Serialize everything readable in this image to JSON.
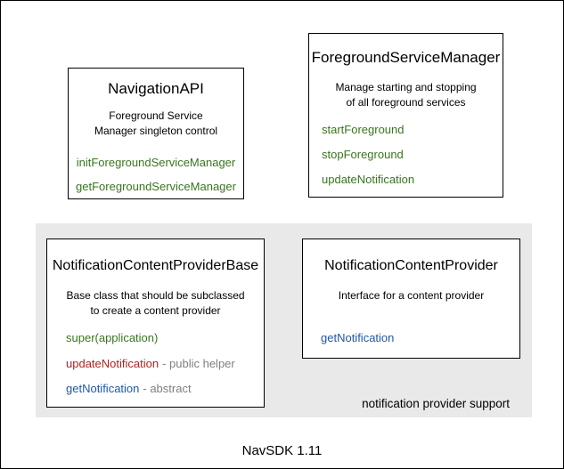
{
  "canvas": {
    "caption": "NavSDK 1.11"
  },
  "colors": {
    "green": "#38761d",
    "red": "#b22222",
    "blue": "#2057a7",
    "gray_note": "#808080",
    "group_bg": "#e9e9e9"
  },
  "boxes": {
    "navigation_api": {
      "title": "NavigationAPI",
      "description_lines": [
        "Foreground Service",
        "Manager singleton control"
      ],
      "methods": [
        {
          "label": "initForegroundServiceManager",
          "note": ""
        },
        {
          "label": "getForegroundServiceManager",
          "note": ""
        }
      ]
    },
    "foreground_service_manager": {
      "title": "ForegroundServiceManager",
      "description_lines": [
        "Manage starting and stopping",
        "of all foreground services"
      ],
      "methods": [
        {
          "label": "startForeground",
          "note": ""
        },
        {
          "label": "stopForeground",
          "note": ""
        },
        {
          "label": "updateNotification",
          "note": ""
        }
      ]
    },
    "notification_content_provider_base": {
      "title": "NotificationContentProviderBase",
      "description_lines": [
        "Base class that should be subclassed",
        "to create a content provider"
      ],
      "methods": [
        {
          "label": "super(application)",
          "note": ""
        },
        {
          "label": "updateNotification",
          "note": "- public helper"
        },
        {
          "label": "getNotification",
          "note": "- abstract"
        }
      ]
    },
    "notification_content_provider": {
      "title": "NotificationContentProvider",
      "description_lines": [
        "Interface for a content provider"
      ],
      "methods": [
        {
          "label": "getNotification",
          "note": ""
        }
      ]
    }
  },
  "group": {
    "label": "notification provider support"
  }
}
